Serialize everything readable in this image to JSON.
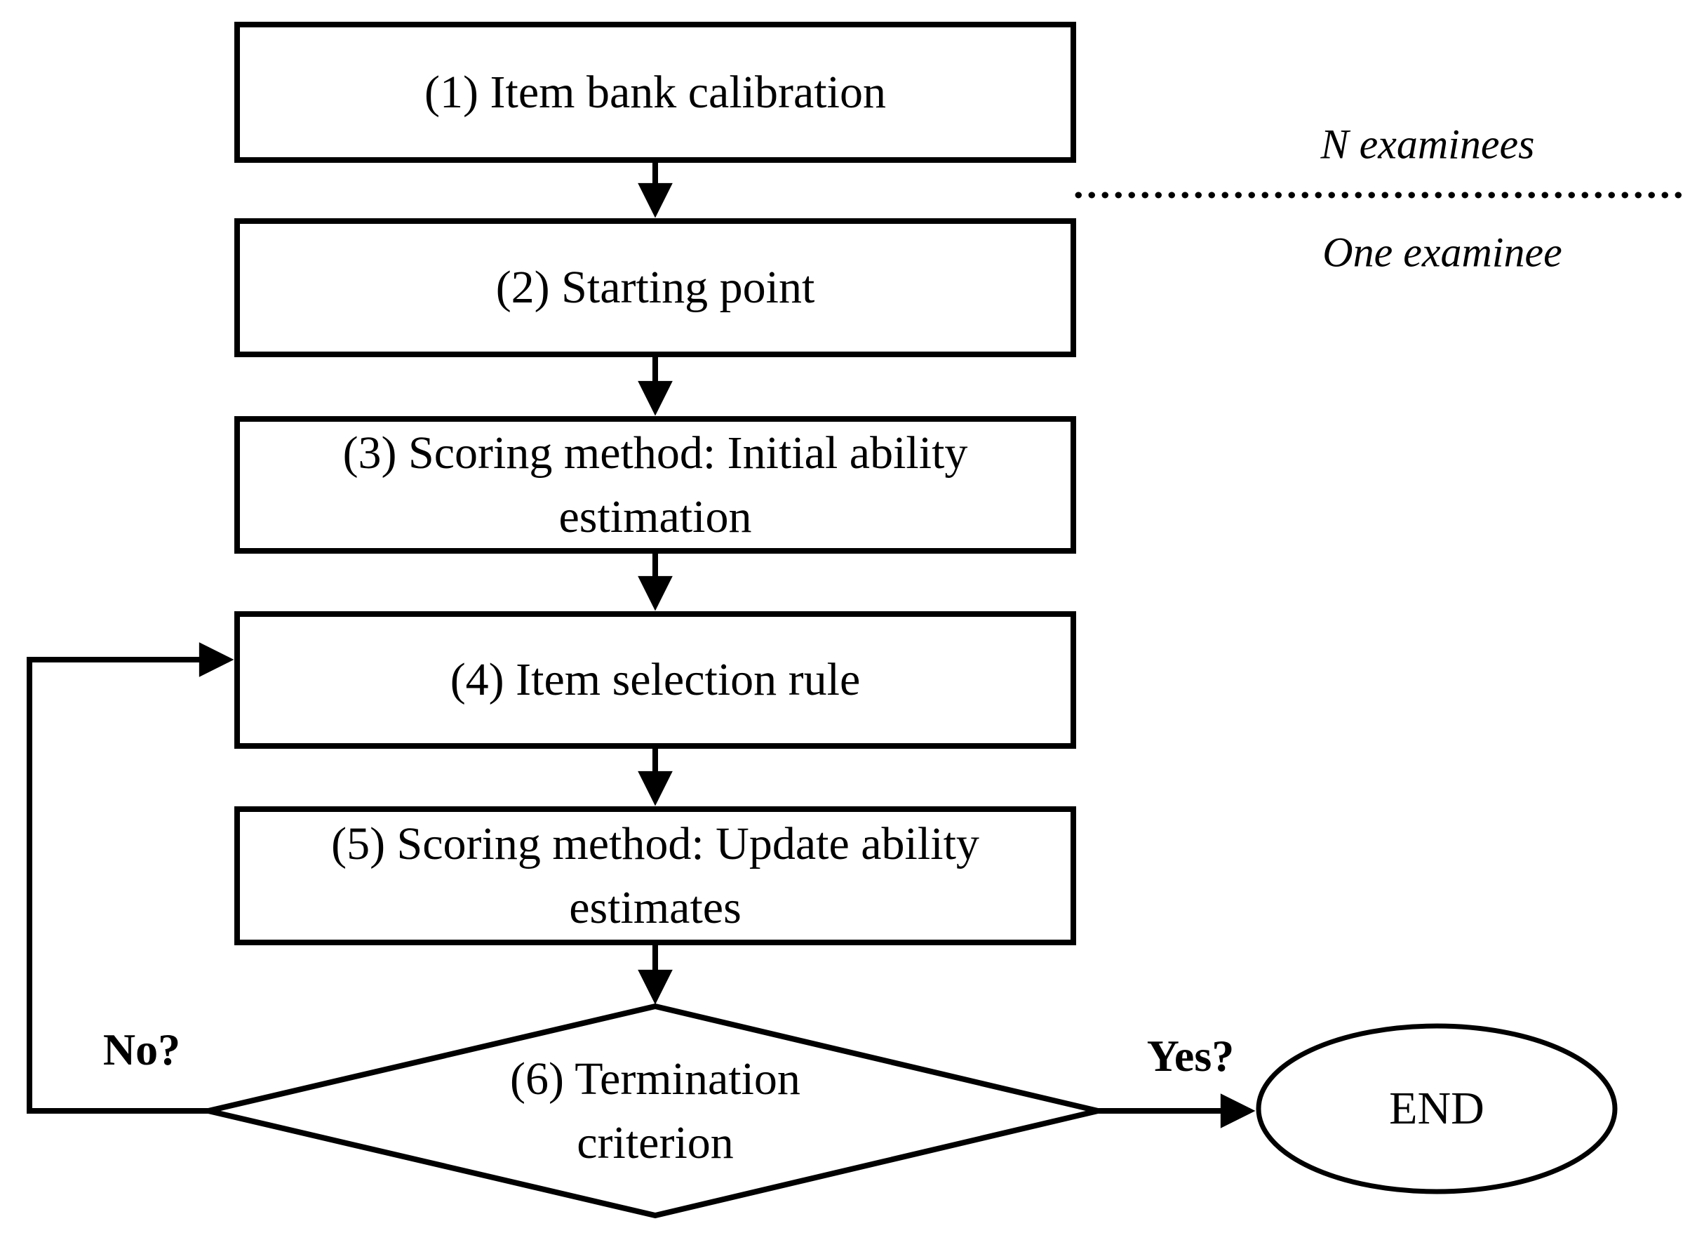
{
  "figure": {
    "background": "#ffffff",
    "ink": "#000000",
    "boxes": [
      {
        "label": "(1) Item bank calibration"
      },
      {
        "label": "(2) Starting point"
      },
      {
        "label": "(3) Scoring method: Initial ability estimation"
      },
      {
        "label": "(4) Item selection rule"
      },
      {
        "label": "(5) Scoring method: Update ability estimates"
      }
    ],
    "decision": {
      "label": "(6) Termination criterion"
    },
    "terminal": {
      "label": "END"
    },
    "edges": {
      "no_label": "No?",
      "yes_label": "Yes?"
    },
    "annotations": {
      "top_right": "N examinees",
      "bottom_right": "One examinee"
    }
  }
}
